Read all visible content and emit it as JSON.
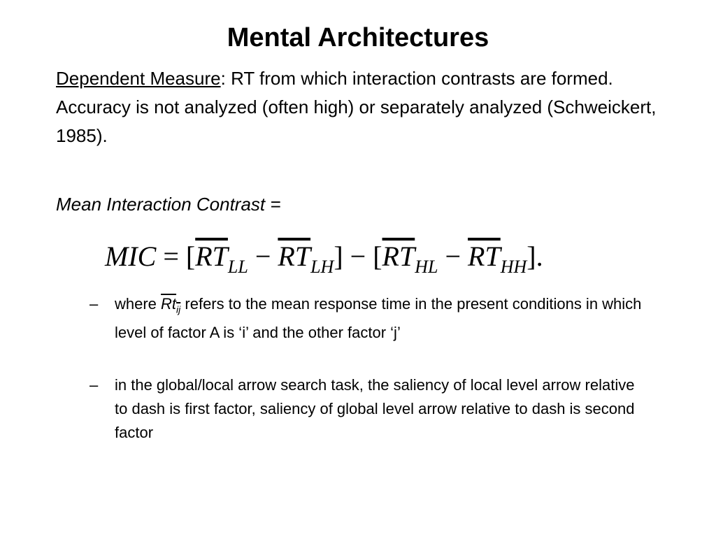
{
  "slide": {
    "title": "Mental Architectures",
    "dependent_measure": {
      "label": "Dependent Measure",
      "colon": ":",
      "text": "  RT from which interaction contrasts are formed.  Accuracy is not analyzed (often high) or separately analyzed (Schweickert, 1985)."
    },
    "mic_label": "Mean Interaction Contrast =",
    "formula": {
      "lhs": "MIC",
      "equals": " = ",
      "open1": "[",
      "t1": "RT",
      "s1": "LL",
      "minus1": " − ",
      "t2": "RT",
      "s2": "LH",
      "close1": "]",
      "minus_mid": " − ",
      "open2": "[",
      "t3": "RT",
      "s3": "HL",
      "minus2": " − ",
      "t4": "RT",
      "s4": "HH",
      "close2": "]."
    },
    "bullets": [
      {
        "dash": "–",
        "pre": "where ",
        "rt": "Rt",
        "rt_sub": "ij",
        "post": " refers to the mean response time in the present conditions in which level of factor A is ‘i’ and the other factor ‘j’"
      },
      {
        "dash": "–",
        "text": "in the global/local arrow search task, the saliency of local level arrow relative to dash is first factor, saliency of global level arrow relative to dash is second factor"
      }
    ]
  }
}
